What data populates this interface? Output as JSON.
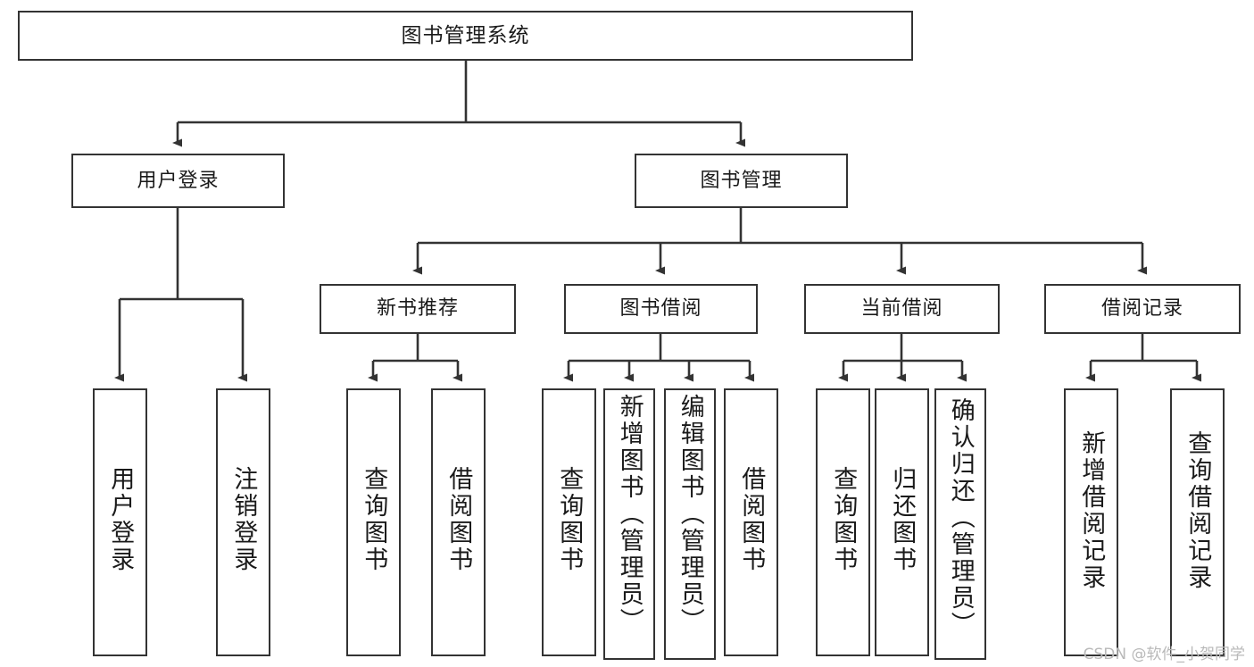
{
  "diagram": {
    "title": "图书管理系统",
    "type": "hierarchy-tree",
    "root": {
      "label": "图书管理系统"
    },
    "level1": [
      {
        "label": "用户登录"
      },
      {
        "label": "图书管理"
      }
    ],
    "level2": [
      {
        "label": "新书推荐"
      },
      {
        "label": "图书借阅"
      },
      {
        "label": "当前借阅"
      },
      {
        "label": "借阅记录"
      }
    ],
    "leaves": {
      "user_login": [
        {
          "label": "用户登录"
        },
        {
          "label": "注销登录"
        }
      ],
      "new_book_recommend": [
        {
          "label": "查询图书"
        },
        {
          "label": "借阅图书"
        }
      ],
      "book_borrow": [
        {
          "label": "查询图书"
        },
        {
          "label": "新增图书（管理员）"
        },
        {
          "label": "编辑图书（管理员）"
        },
        {
          "label": "借阅图书"
        }
      ],
      "current_borrow": [
        {
          "label": "查询图书"
        },
        {
          "label": "归还图书"
        },
        {
          "label": "确认归还（管理员）"
        }
      ],
      "borrow_records": [
        {
          "label": "新增借阅记录"
        },
        {
          "label": "查询借阅记录"
        }
      ]
    }
  },
  "watermark": {
    "text": "CSDN @软件_小贺同学"
  },
  "colors": {
    "stroke": "#333333",
    "background": "#ffffff",
    "text": "#1a1a1a",
    "watermark": "#b9b9b9"
  }
}
